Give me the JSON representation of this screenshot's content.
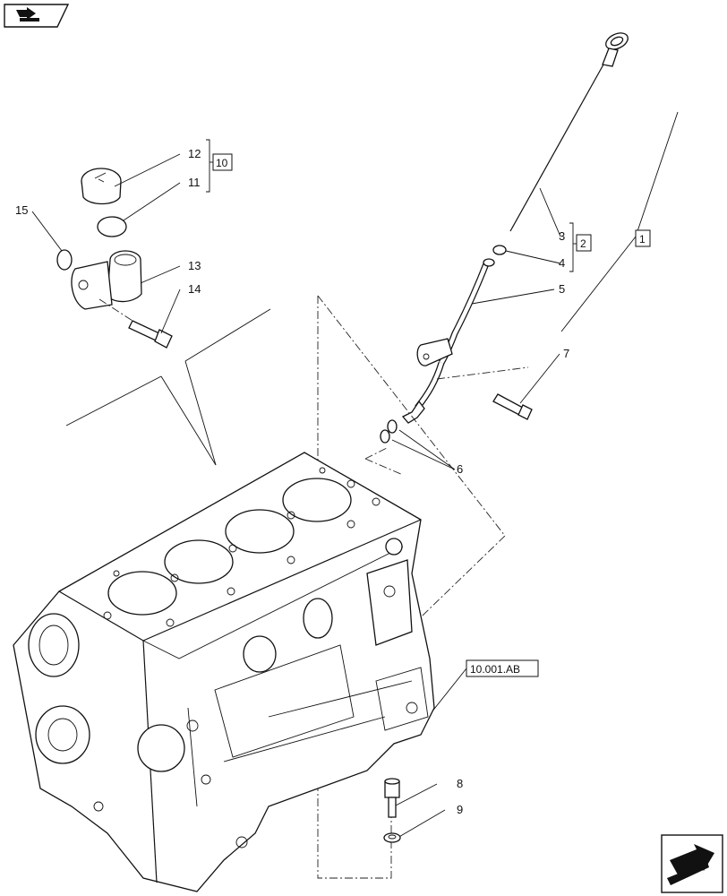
{
  "callouts": [
    "12",
    "11",
    "15",
    "13",
    "14",
    "3",
    "4",
    "5",
    "7",
    "6",
    "8",
    "9"
  ],
  "groups": [
    "10",
    "2",
    "1"
  ],
  "reference": "10.001.AB",
  "icons": {
    "top_left": "page-prev-arrow-icon",
    "bottom_right": "page-next-arrow-icon"
  }
}
